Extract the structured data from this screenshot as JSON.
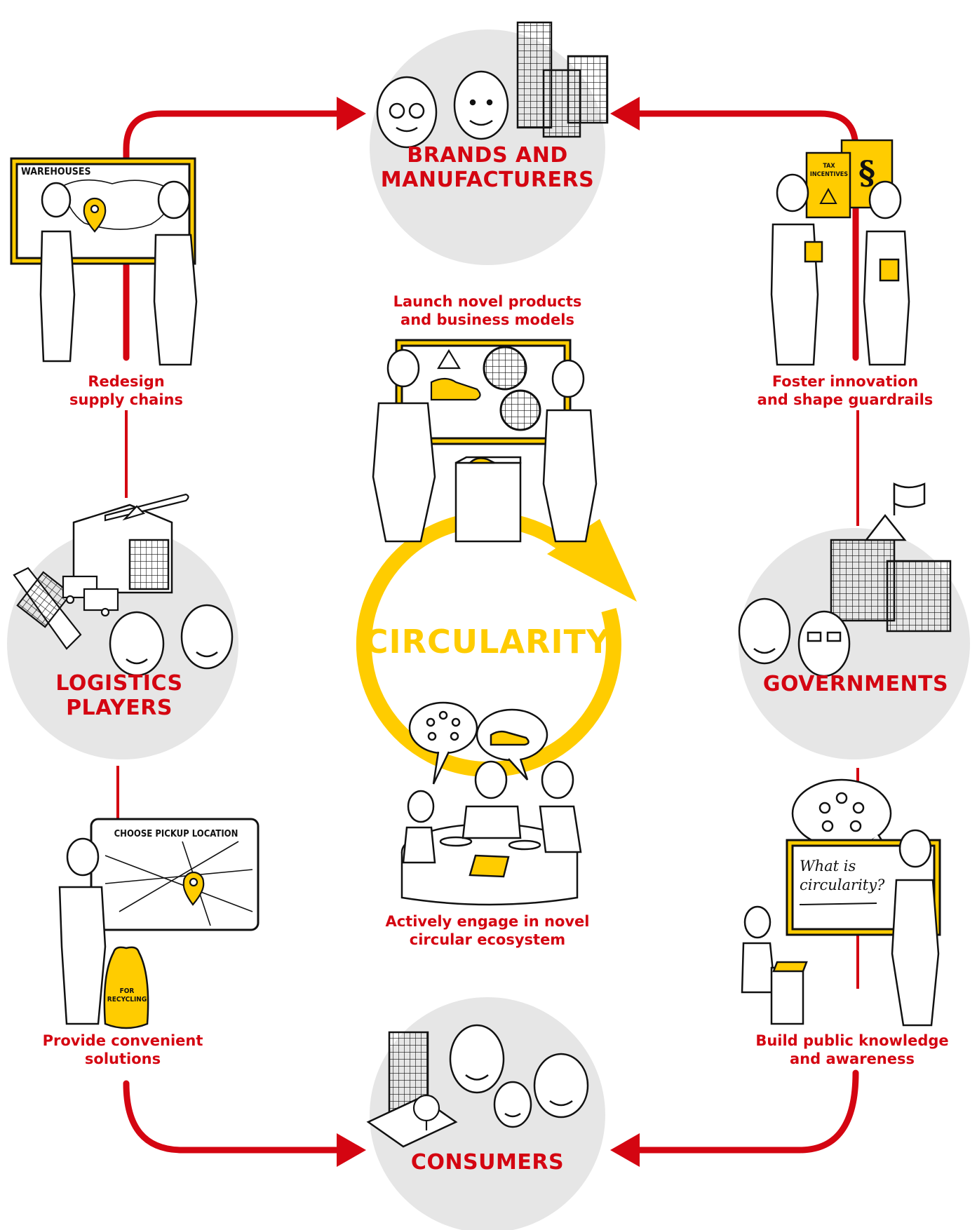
{
  "nodes": {
    "brands": {
      "line1": "BRANDS AND",
      "line2": "MANUFACTURERS"
    },
    "logistics": {
      "line1": "LOGISTICS",
      "line2": "PLAYERS"
    },
    "governments": {
      "line1": "GOVERNMENTS"
    },
    "consumers": {
      "line1": "CONSUMERS"
    }
  },
  "center": {
    "title": "CIRCULARITY"
  },
  "actions": {
    "launch": {
      "line1": "Launch novel products",
      "line2": "and business models"
    },
    "engage": {
      "line1": "Actively engage in novel",
      "line2": "circular ecosystem"
    },
    "redesign": {
      "line1": "Redesign",
      "line2": "supply chains"
    },
    "foster": {
      "line1": "Foster innovation",
      "line2": "and shape guardrails"
    },
    "provide": {
      "line1": "Provide convenient",
      "line2": "solutions"
    },
    "build": {
      "line1": "Build public knowledge",
      "line2": "and awareness"
    }
  },
  "illustrations": {
    "warehouses_sign": "WAREHOUSES",
    "tax_sign_line1": "TAX",
    "tax_sign_line2": "INCENTIVES",
    "pickup_sign": "CHOOSE PICKUP LOCATION",
    "recycling_bag_line1": "FOR",
    "recycling_bag_line2": "RECYCLING",
    "whiteboard_line1": "What is",
    "whiteboard_line2": "circularity?"
  },
  "colors": {
    "accent_red": "#d40511",
    "accent_yellow": "#ffcc00",
    "node_gray": "#e6e6e6",
    "ink": "#111111"
  }
}
